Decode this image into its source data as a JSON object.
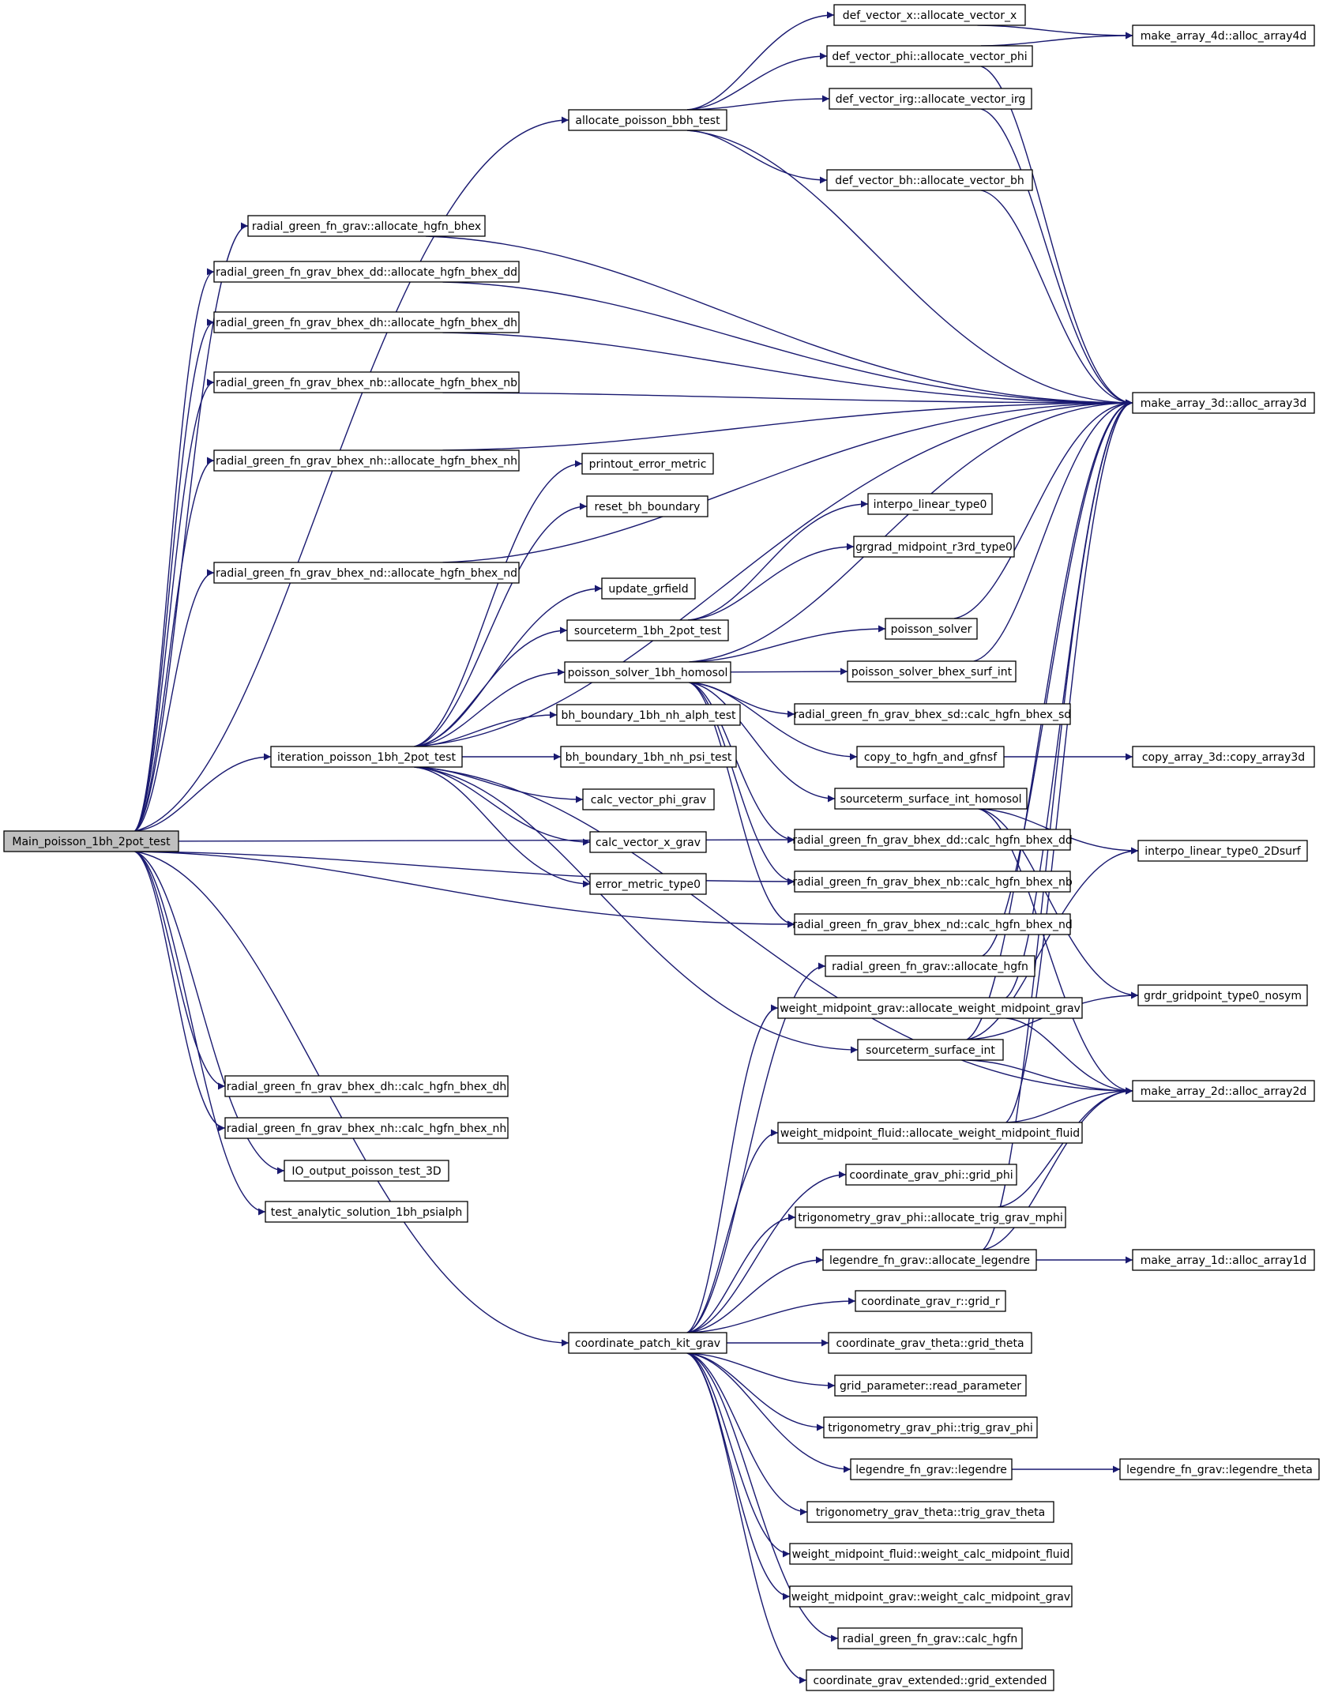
{
  "graph": {
    "root": "Main_poisson_1bh_2pot_test",
    "colors": {
      "edge": "#191970",
      "root_fill": "#bfbfbf",
      "node_fill": "#ffffff",
      "node_border": "#000000"
    },
    "nodes": [
      {
        "id": "main",
        "label": "Main_poisson_1bh_2pot_test",
        "root": true
      },
      {
        "id": "allocate_poisson_bbh_test",
        "label": "allocate_poisson_bbh_test"
      },
      {
        "id": "def_vector_x",
        "label": "def_vector_x::allocate_vector_x"
      },
      {
        "id": "def_vector_phi",
        "label": "def_vector_phi::allocate_vector_phi"
      },
      {
        "id": "def_vector_irg",
        "label": "def_vector_irg::allocate_vector_irg"
      },
      {
        "id": "def_vector_bh",
        "label": "def_vector_bh::allocate_vector_bh"
      },
      {
        "id": "alloc_array4d",
        "label": "make_array_4d::alloc_array4d"
      },
      {
        "id": "alloc_array3d",
        "label": "make_array_3d::alloc_array3d"
      },
      {
        "id": "alloc_hgfn_bhex",
        "label": "radial_green_fn_grav::allocate_hgfn_bhex"
      },
      {
        "id": "alloc_hgfn_bhex_dd",
        "label": "radial_green_fn_grav_bhex_dd::allocate_hgfn_bhex_dd"
      },
      {
        "id": "alloc_hgfn_bhex_dh",
        "label": "radial_green_fn_grav_bhex_dh::allocate_hgfn_bhex_dh"
      },
      {
        "id": "alloc_hgfn_bhex_nb",
        "label": "radial_green_fn_grav_bhex_nb::allocate_hgfn_bhex_nb"
      },
      {
        "id": "alloc_hgfn_bhex_nh",
        "label": "radial_green_fn_grav_bhex_nh::allocate_hgfn_bhex_nh"
      },
      {
        "id": "alloc_hgfn_bhex_nd",
        "label": "radial_green_fn_grav_bhex_nd::allocate_hgfn_bhex_nd"
      },
      {
        "id": "printout_error_metric",
        "label": "printout_error_metric"
      },
      {
        "id": "reset_bh_boundary",
        "label": "reset_bh_boundary"
      },
      {
        "id": "interpo_linear_type0",
        "label": "interpo_linear_type0"
      },
      {
        "id": "grgrad_midpoint",
        "label": "grgrad_midpoint_r3rd_type0"
      },
      {
        "id": "update_grfield",
        "label": "update_grfield"
      },
      {
        "id": "sourceterm_1bh_2pot_test",
        "label": "sourceterm_1bh_2pot_test"
      },
      {
        "id": "poisson_solver",
        "label": "poisson_solver"
      },
      {
        "id": "poisson_solver_1bh_homosol",
        "label": "poisson_solver_1bh_homosol"
      },
      {
        "id": "poisson_solver_bhex_surf_int",
        "label": "poisson_solver_bhex_surf_int"
      },
      {
        "id": "calc_hgfn_bhex_sd",
        "label": "radial_green_fn_grav_bhex_sd::calc_hgfn_bhex_sd"
      },
      {
        "id": "bh_boundary_alph",
        "label": "bh_boundary_1bh_nh_alph_test"
      },
      {
        "id": "iteration_poisson",
        "label": "iteration_poisson_1bh_2pot_test"
      },
      {
        "id": "bh_boundary_psi",
        "label": "bh_boundary_1bh_nh_psi_test"
      },
      {
        "id": "copy_to_hgfn",
        "label": "copy_to_hgfn_and_gfnsf"
      },
      {
        "id": "copy_array3d",
        "label": "copy_array_3d::copy_array3d"
      },
      {
        "id": "calc_vector_phi_grav",
        "label": "calc_vector_phi_grav"
      },
      {
        "id": "sourceterm_surface_int_homosol",
        "label": "sourceterm_surface_int_homosol"
      },
      {
        "id": "calc_vector_x_grav",
        "label": "calc_vector_x_grav"
      },
      {
        "id": "calc_hgfn_bhex_dd",
        "label": "radial_green_fn_grav_bhex_dd::calc_hgfn_bhex_dd"
      },
      {
        "id": "interpo_2dsurf",
        "label": "interpo_linear_type0_2Dsurf"
      },
      {
        "id": "error_metric_type0",
        "label": "error_metric_type0"
      },
      {
        "id": "calc_hgfn_bhex_nb",
        "label": "radial_green_fn_grav_bhex_nb::calc_hgfn_bhex_nb"
      },
      {
        "id": "calc_hgfn_bhex_nd",
        "label": "radial_green_fn_grav_bhex_nd::calc_hgfn_bhex_nd"
      },
      {
        "id": "allocate_hgfn",
        "label": "radial_green_fn_grav::allocate_hgfn"
      },
      {
        "id": "gridpoint_nosym",
        "label": "grdr_gridpoint_type0_nosym"
      },
      {
        "id": "alloc_weight_grav",
        "label": "weight_midpoint_grav::allocate_weight_midpoint_grav"
      },
      {
        "id": "sourceterm_surface_int",
        "label": "sourceterm_surface_int"
      },
      {
        "id": "calc_hgfn_bhex_dh",
        "label": "radial_green_fn_grav_bhex_dh::calc_hgfn_bhex_dh"
      },
      {
        "id": "alloc_array2d",
        "label": "make_array_2d::alloc_array2d"
      },
      {
        "id": "calc_hgfn_bhex_nh",
        "label": "radial_green_fn_grav_bhex_nh::calc_hgfn_bhex_nh"
      },
      {
        "id": "alloc_weight_fluid",
        "label": "weight_midpoint_fluid::allocate_weight_midpoint_fluid"
      },
      {
        "id": "io_output",
        "label": "IO_output_poisson_test_3D"
      },
      {
        "id": "grid_phi",
        "label": "coordinate_grav_phi::grid_phi"
      },
      {
        "id": "test_analytic",
        "label": "test_analytic_solution_1bh_psialph"
      },
      {
        "id": "alloc_trig_mphi",
        "label": "trigonometry_grav_phi::allocate_trig_grav_mphi"
      },
      {
        "id": "alloc_legendre",
        "label": "legendre_fn_grav::allocate_legendre"
      },
      {
        "id": "alloc_array1d",
        "label": "make_array_1d::alloc_array1d"
      },
      {
        "id": "grid_r",
        "label": "coordinate_grav_r::grid_r"
      },
      {
        "id": "coordinate_patch_kit_grav",
        "label": "coordinate_patch_kit_grav"
      },
      {
        "id": "grid_theta",
        "label": "coordinate_grav_theta::grid_theta"
      },
      {
        "id": "read_parameter",
        "label": "grid_parameter::read_parameter"
      },
      {
        "id": "trig_grav_phi",
        "label": "trigonometry_grav_phi::trig_grav_phi"
      },
      {
        "id": "legendre",
        "label": "legendre_fn_grav::legendre"
      },
      {
        "id": "legendre_theta",
        "label": "legendre_fn_grav::legendre_theta"
      },
      {
        "id": "trig_grav_theta",
        "label": "trigonometry_grav_theta::trig_grav_theta"
      },
      {
        "id": "weight_calc_fluid",
        "label": "weight_midpoint_fluid::weight_calc_midpoint_fluid"
      },
      {
        "id": "weight_calc_grav",
        "label": "weight_midpoint_grav::weight_calc_midpoint_grav"
      },
      {
        "id": "calc_hgfn",
        "label": "radial_green_fn_grav::calc_hgfn"
      },
      {
        "id": "grid_extended",
        "label": "coordinate_grav_extended::grid_extended"
      }
    ],
    "edges": [
      [
        "main",
        "allocate_poisson_bbh_test"
      ],
      [
        "main",
        "alloc_hgfn_bhex"
      ],
      [
        "main",
        "alloc_hgfn_bhex_dd"
      ],
      [
        "main",
        "alloc_hgfn_bhex_dh"
      ],
      [
        "main",
        "alloc_hgfn_bhex_nb"
      ],
      [
        "main",
        "alloc_hgfn_bhex_nh"
      ],
      [
        "main",
        "alloc_hgfn_bhex_nd"
      ],
      [
        "main",
        "iteration_poisson"
      ],
      [
        "main",
        "calc_hgfn_bhex_dd"
      ],
      [
        "main",
        "calc_hgfn_bhex_nb"
      ],
      [
        "main",
        "calc_hgfn_bhex_nd"
      ],
      [
        "main",
        "calc_hgfn_bhex_dh"
      ],
      [
        "main",
        "calc_hgfn_bhex_nh"
      ],
      [
        "main",
        "io_output"
      ],
      [
        "main",
        "test_analytic"
      ],
      [
        "main",
        "coordinate_patch_kit_grav"
      ],
      [
        "allocate_poisson_bbh_test",
        "def_vector_x"
      ],
      [
        "allocate_poisson_bbh_test",
        "def_vector_phi"
      ],
      [
        "allocate_poisson_bbh_test",
        "def_vector_irg"
      ],
      [
        "allocate_poisson_bbh_test",
        "def_vector_bh"
      ],
      [
        "allocate_poisson_bbh_test",
        "alloc_array3d"
      ],
      [
        "def_vector_x",
        "alloc_array4d"
      ],
      [
        "def_vector_phi",
        "alloc_array4d"
      ],
      [
        "def_vector_phi",
        "alloc_array3d"
      ],
      [
        "def_vector_irg",
        "alloc_array3d"
      ],
      [
        "def_vector_bh",
        "alloc_array3d"
      ],
      [
        "alloc_hgfn_bhex",
        "alloc_array3d"
      ],
      [
        "alloc_hgfn_bhex_dd",
        "alloc_array3d"
      ],
      [
        "alloc_hgfn_bhex_dh",
        "alloc_array3d"
      ],
      [
        "alloc_hgfn_bhex_nb",
        "alloc_array3d"
      ],
      [
        "alloc_hgfn_bhex_nh",
        "alloc_array3d"
      ],
      [
        "alloc_hgfn_bhex_nd",
        "alloc_array3d"
      ],
      [
        "iteration_poisson",
        "printout_error_metric"
      ],
      [
        "iteration_poisson",
        "reset_bh_boundary"
      ],
      [
        "iteration_poisson",
        "update_grfield"
      ],
      [
        "iteration_poisson",
        "sourceterm_1bh_2pot_test"
      ],
      [
        "iteration_poisson",
        "poisson_solver_1bh_homosol"
      ],
      [
        "iteration_poisson",
        "bh_boundary_alph"
      ],
      [
        "iteration_poisson",
        "bh_boundary_psi"
      ],
      [
        "iteration_poisson",
        "calc_vector_phi_grav"
      ],
      [
        "iteration_poisson",
        "calc_vector_x_grav"
      ],
      [
        "iteration_poisson",
        "error_metric_type0"
      ],
      [
        "iteration_poisson",
        "alloc_array3d"
      ],
      [
        "iteration_poisson",
        "sourceterm_surface_int"
      ],
      [
        "iteration_poisson",
        "alloc_array2d"
      ],
      [
        "sourceterm_1bh_2pot_test",
        "interpo_linear_type0"
      ],
      [
        "sourceterm_1bh_2pot_test",
        "grgrad_midpoint"
      ],
      [
        "poisson_solver_1bh_homosol",
        "poisson_solver"
      ],
      [
        "poisson_solver_1bh_homosol",
        "poisson_solver_bhex_surf_int"
      ],
      [
        "poisson_solver_1bh_homosol",
        "calc_hgfn_bhex_sd"
      ],
      [
        "poisson_solver_1bh_homosol",
        "copy_to_hgfn"
      ],
      [
        "poisson_solver_1bh_homosol",
        "sourceterm_surface_int_homosol"
      ],
      [
        "poisson_solver_1bh_homosol",
        "calc_hgfn_bhex_dd"
      ],
      [
        "poisson_solver_1bh_homosol",
        "calc_hgfn_bhex_nb"
      ],
      [
        "poisson_solver_1bh_homosol",
        "calc_hgfn_bhex_nd"
      ],
      [
        "poisson_solver_1bh_homosol",
        "alloc_array3d"
      ],
      [
        "poisson_solver",
        "alloc_array3d"
      ],
      [
        "poisson_solver_bhex_surf_int",
        "alloc_array3d"
      ],
      [
        "copy_to_hgfn",
        "copy_array3d"
      ],
      [
        "sourceterm_surface_int_homosol",
        "interpo_2dsurf"
      ],
      [
        "sourceterm_surface_int_homosol",
        "gridpoint_nosym"
      ],
      [
        "sourceterm_surface_int_homosol",
        "alloc_array2d"
      ],
      [
        "allocate_hgfn",
        "alloc_array3d"
      ],
      [
        "alloc_weight_grav",
        "alloc_array3d"
      ],
      [
        "alloc_weight_grav",
        "alloc_array2d"
      ],
      [
        "sourceterm_surface_int",
        "interpo_2dsurf"
      ],
      [
        "sourceterm_surface_int",
        "gridpoint_nosym"
      ],
      [
        "sourceterm_surface_int",
        "alloc_array2d"
      ],
      [
        "sourceterm_surface_int",
        "alloc_array3d"
      ],
      [
        "alloc_weight_fluid",
        "alloc_array3d"
      ],
      [
        "alloc_weight_fluid",
        "alloc_array2d"
      ],
      [
        "alloc_trig_mphi",
        "alloc_array2d"
      ],
      [
        "alloc_legendre",
        "alloc_array2d"
      ],
      [
        "alloc_legendre",
        "alloc_array1d"
      ],
      [
        "alloc_legendre",
        "alloc_array3d"
      ],
      [
        "legendre",
        "legendre_theta"
      ],
      [
        "coordinate_patch_kit_grav",
        "allocate_hgfn"
      ],
      [
        "coordinate_patch_kit_grav",
        "alloc_weight_grav"
      ],
      [
        "coordinate_patch_kit_grav",
        "alloc_weight_fluid"
      ],
      [
        "coordinate_patch_kit_grav",
        "grid_phi"
      ],
      [
        "coordinate_patch_kit_grav",
        "alloc_trig_mphi"
      ],
      [
        "coordinate_patch_kit_grav",
        "alloc_legendre"
      ],
      [
        "coordinate_patch_kit_grav",
        "grid_r"
      ],
      [
        "coordinate_patch_kit_grav",
        "grid_theta"
      ],
      [
        "coordinate_patch_kit_grav",
        "read_parameter"
      ],
      [
        "coordinate_patch_kit_grav",
        "trig_grav_phi"
      ],
      [
        "coordinate_patch_kit_grav",
        "legendre"
      ],
      [
        "coordinate_patch_kit_grav",
        "trig_grav_theta"
      ],
      [
        "coordinate_patch_kit_grav",
        "weight_calc_fluid"
      ],
      [
        "coordinate_patch_kit_grav",
        "weight_calc_grav"
      ],
      [
        "coordinate_patch_kit_grav",
        "calc_hgfn"
      ],
      [
        "coordinate_patch_kit_grav",
        "grid_extended"
      ]
    ]
  }
}
